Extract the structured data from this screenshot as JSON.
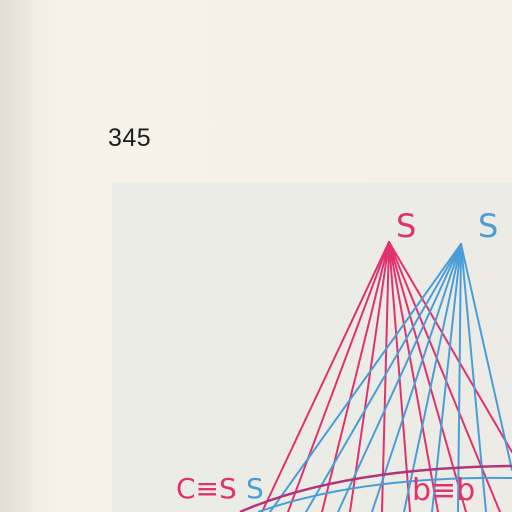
{
  "page": {
    "page_number": "345"
  },
  "figure": {
    "apex_pink_label": "S",
    "apex_blue_label": "S",
    "label_left_pink": "C≡S",
    "label_left_blue": "S",
    "label_right": "b≡b",
    "colors": {
      "pink": "#e0336e",
      "blue": "#4a9ed8",
      "paper": "#f4f0e8"
    }
  }
}
